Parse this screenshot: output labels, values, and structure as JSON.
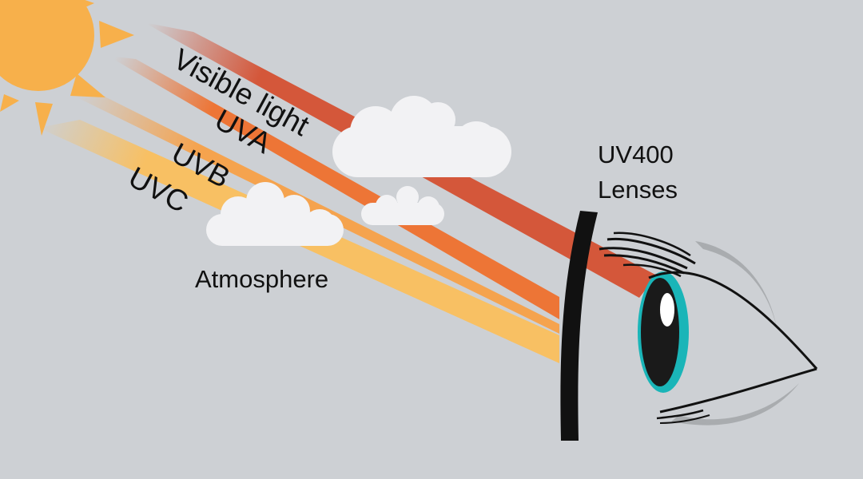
{
  "colors": {
    "background": "#cdd0d4",
    "sun": "#f7b04b",
    "visible_light": "#d4573a",
    "uva": "#ed7536",
    "uvb": "#f5a34e",
    "uvc": "#f8c063",
    "cloud": "#f2f2f4",
    "lens": "#111111",
    "iris": "#1ab5b8",
    "pupil": "#1a1a1a"
  },
  "beams": [
    {
      "id": "visible",
      "label": "Visible light"
    },
    {
      "id": "uva",
      "label": "UVA"
    },
    {
      "id": "uvb",
      "label": "UVB"
    },
    {
      "id": "uvc",
      "label": "UVC"
    }
  ],
  "atmosphere": {
    "label": "Atmosphere"
  },
  "lens": {
    "label_line1": "UV400",
    "label_line2": "Lenses"
  },
  "icons": {
    "sun": "sun-icon",
    "cloud": "cloud-icon",
    "lens": "lens-icon",
    "eye": "eye-icon"
  }
}
